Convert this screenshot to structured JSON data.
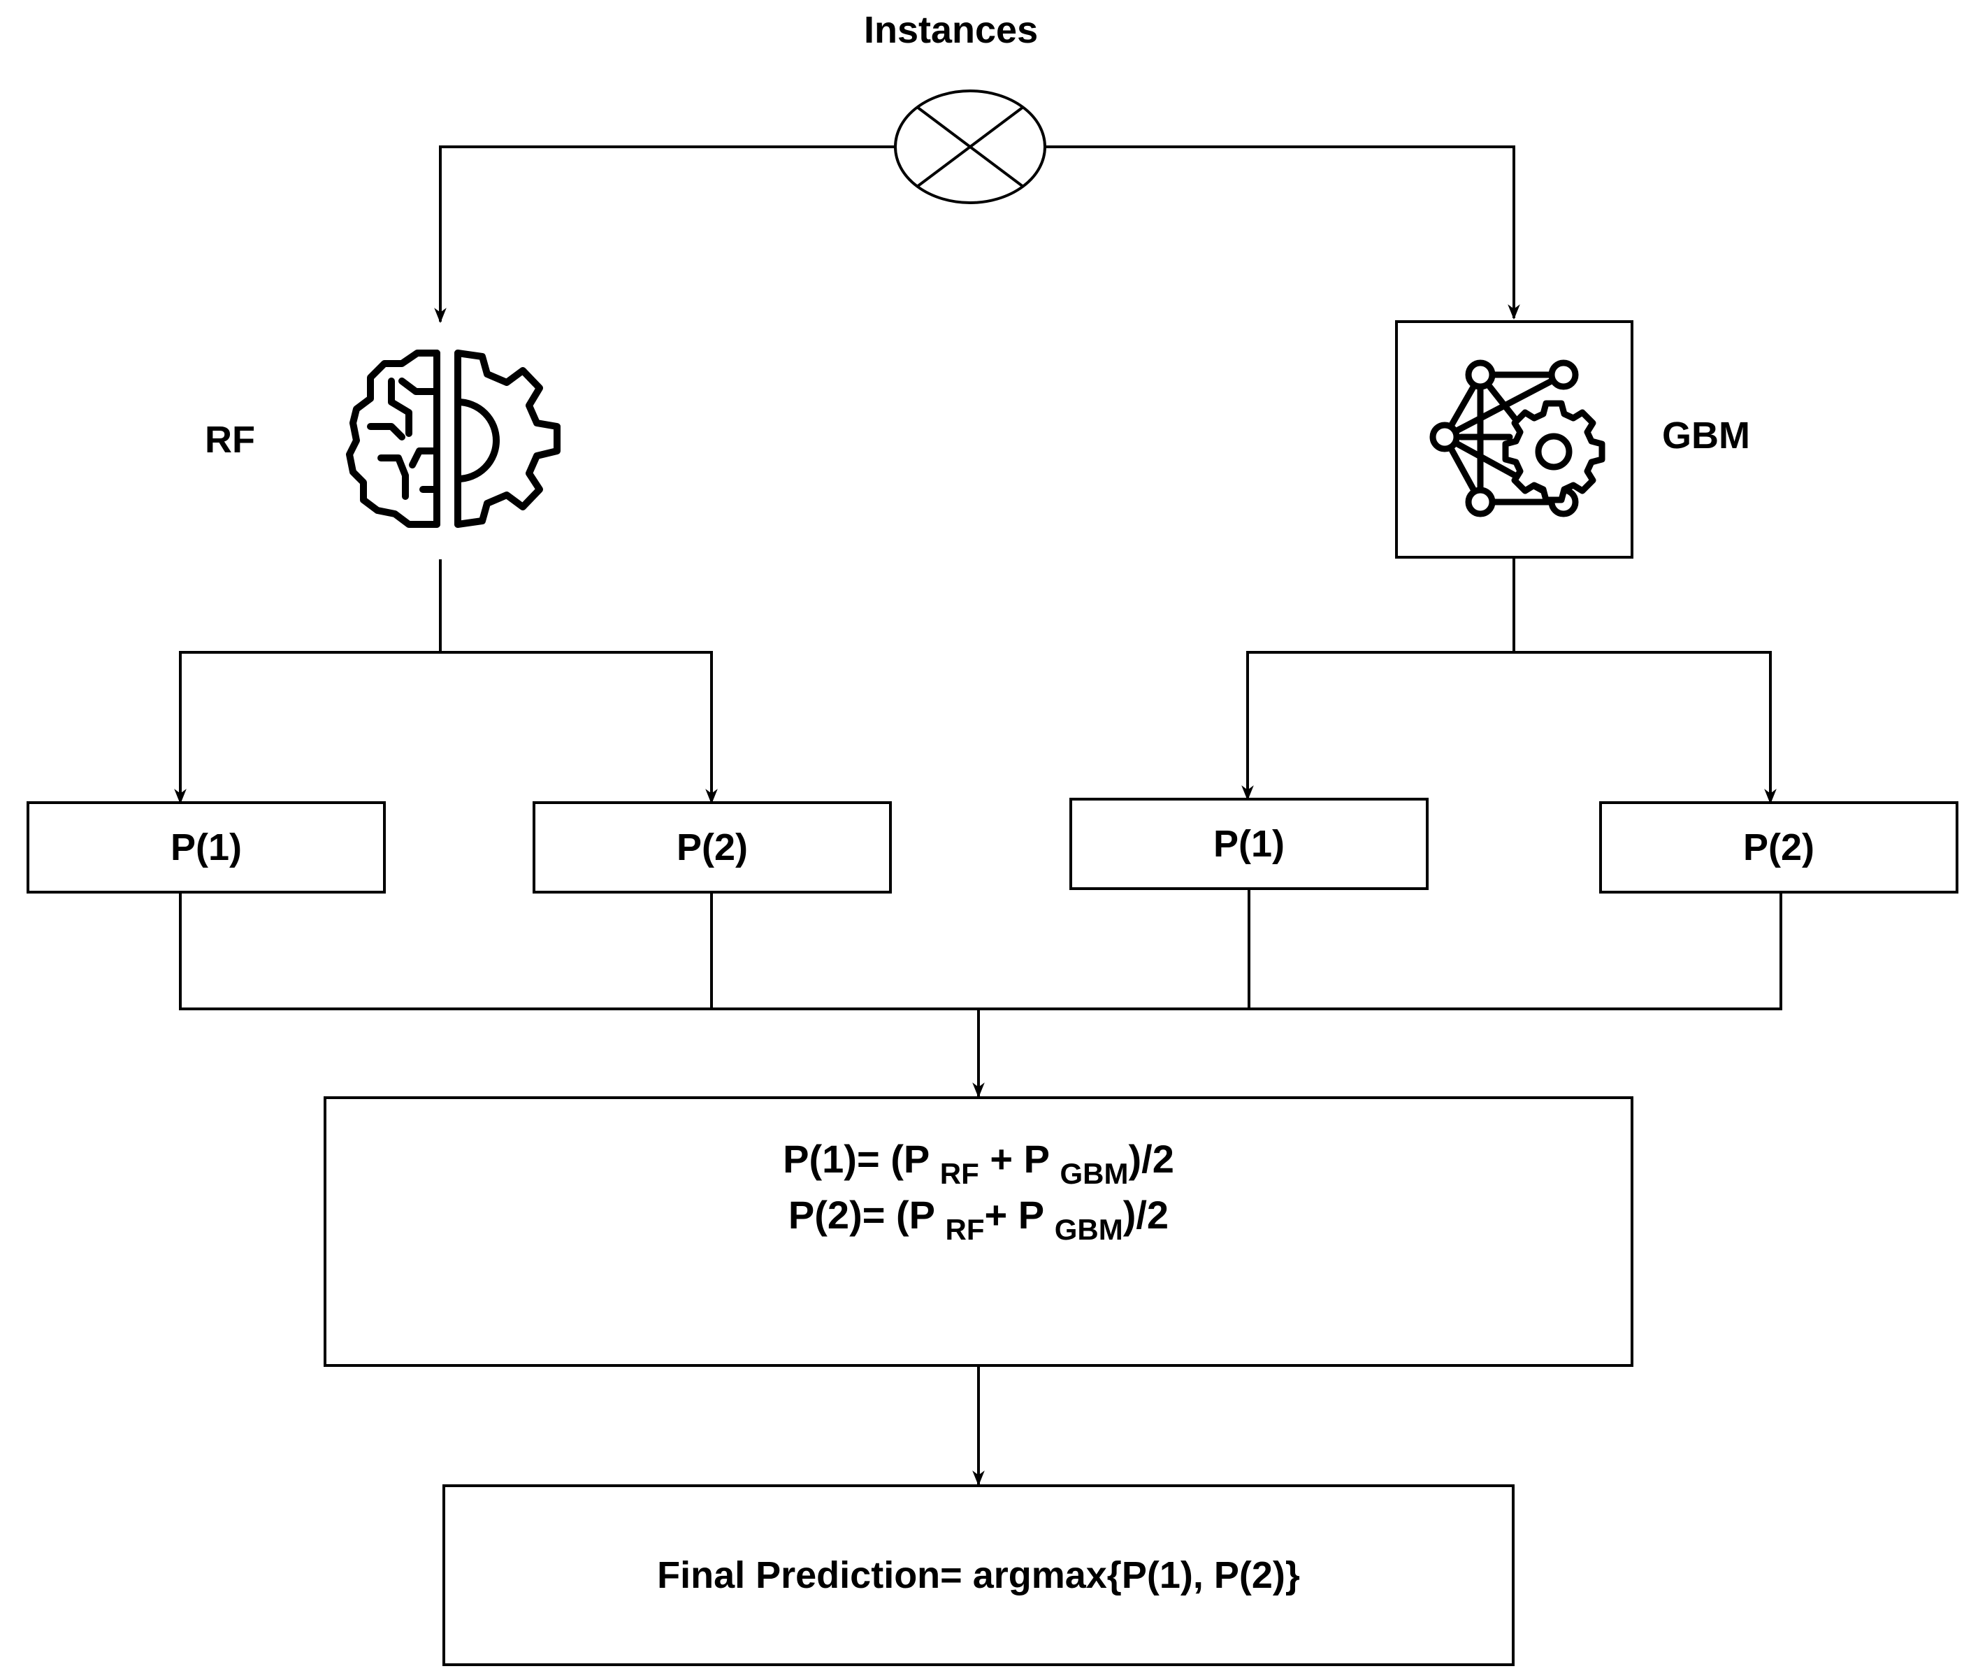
{
  "diagram": {
    "top_label": "Instances",
    "left_model": {
      "label": "RF",
      "icon": "brain-gear-icon"
    },
    "right_model": {
      "label": "GBM",
      "icon": "network-gear-icon"
    },
    "probability_boxes": [
      "P(1)",
      "P(2)",
      "P(1)",
      "P(2)"
    ],
    "averaging_formulas": [
      {
        "lhs": "P(1)= (P ",
        "sub1": "RF",
        "mid": " + P ",
        "sub2": "GBM",
        "rhs": ")/2"
      },
      {
        "lhs": "P(2)= (P ",
        "sub1": "RF",
        "mid": "+ P ",
        "sub2": "GBM",
        "rhs": ")/2"
      }
    ],
    "final_prediction": "Final Prediction= argmax{P(1), P(2)}"
  },
  "colors": {
    "stroke": "#000000",
    "background": "#ffffff"
  }
}
